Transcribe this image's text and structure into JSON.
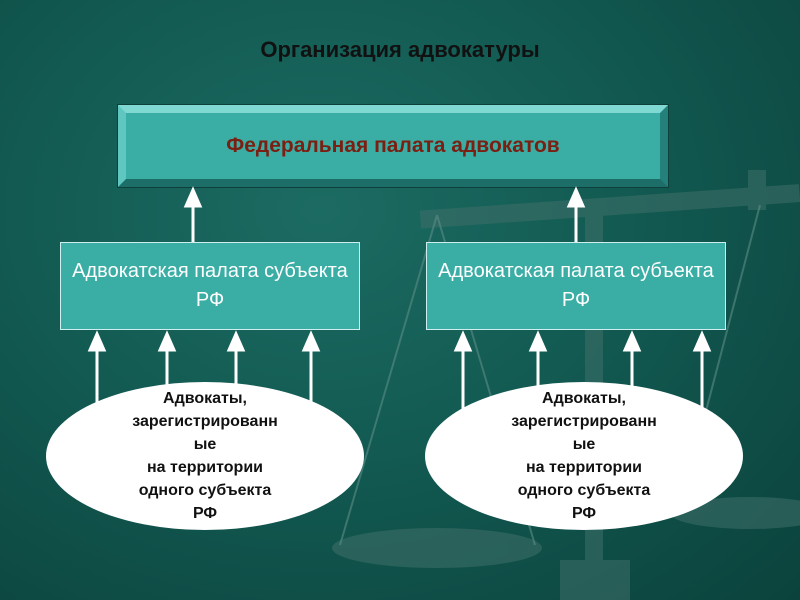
{
  "title": "Организация адвокатуры",
  "federal_chamber": "Федеральная палата адвокатов",
  "regional_chambers": [
    {
      "label": "Адвокатская палата субъекта РФ"
    },
    {
      "label": "Адвокатская палата субъекта РФ"
    }
  ],
  "lawyer_groups": [
    {
      "label": "Адвокаты,\nзарегистрированн\nые\nна территории\nодного субъекта\nРФ"
    },
    {
      "label": "Адвокаты,\nзарегистрированн\nые\nна территории\nодного субъекта\nРФ"
    }
  ],
  "colors": {
    "background": "#125a52",
    "box_fill": "#3aada5",
    "federal_text": "#7a1f12",
    "arrow": "#ffffff"
  }
}
